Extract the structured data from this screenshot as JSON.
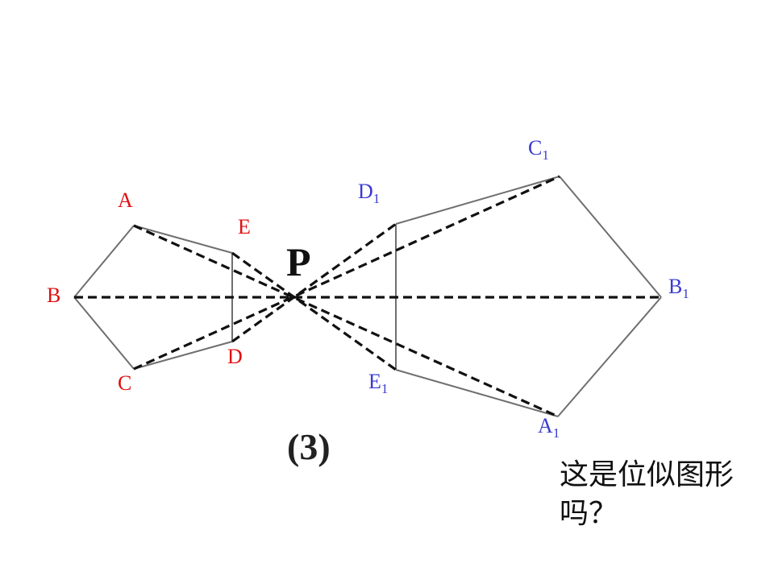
{
  "colors": {
    "original_labels": "#e01010",
    "image_labels": "#3b3bd0",
    "lines": "#6f6f6f",
    "rays": "#111111"
  },
  "center_label": "P",
  "figure_number": "(3)",
  "original_vertices": {
    "A": "A",
    "B": "B",
    "C": "C",
    "D": "D",
    "E": "E"
  },
  "image_vertices": {
    "A1": {
      "base": "A",
      "sub": "1"
    },
    "B1": {
      "base": "B",
      "sub": "1"
    },
    "C1": {
      "base": "C",
      "sub": "1"
    },
    "D1": {
      "base": "D",
      "sub": "1"
    },
    "E1": {
      "base": "E",
      "sub": "1"
    }
  },
  "question": "这是位似图形吗？"
}
